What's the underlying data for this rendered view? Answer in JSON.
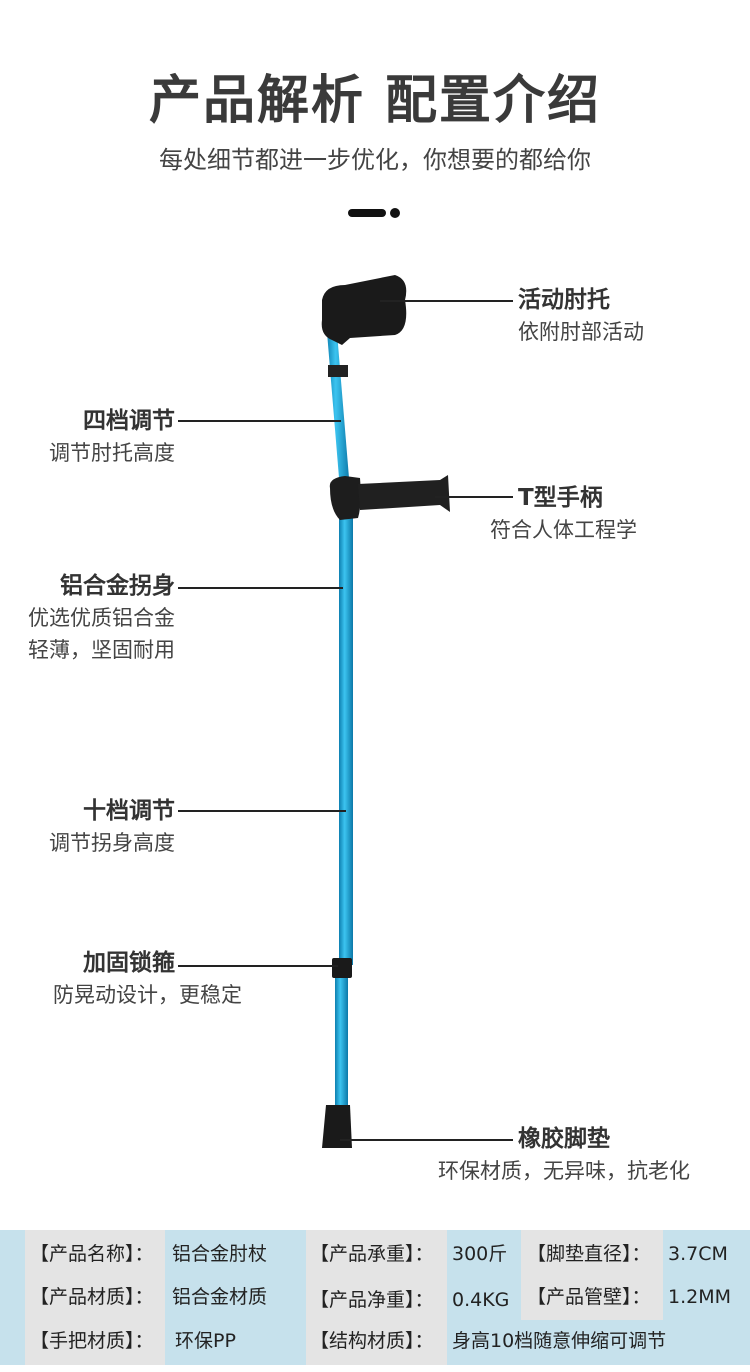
{
  "header": {
    "title": "产品解析 配置介绍",
    "subtitle": "每处细节都进一步优化，你想要的都给你"
  },
  "annotations": {
    "elbow": {
      "title": "活动肘托",
      "desc": "依附肘部活动"
    },
    "four": {
      "title": "四档调节",
      "desc": "调节肘托高度"
    },
    "handle": {
      "title": "T型手柄",
      "desc": "符合人体工程学"
    },
    "body": {
      "title": "铝合金拐身",
      "desc1": "优选优质铝合金",
      "desc2": "轻薄，坚固耐用"
    },
    "ten": {
      "title": "十档调节",
      "desc": "调节拐身高度"
    },
    "lock": {
      "title": "加固锁箍",
      "desc": "防晃动设计，更稳定"
    },
    "foot": {
      "title": "橡胶脚垫",
      "desc": "环保材质，无异味，抗老化"
    }
  },
  "specs": [
    [
      {
        "label": "【产品名称】：",
        "value": "铝合金肘杖"
      },
      {
        "label": "【产品承重】：",
        "value": "300斤"
      },
      {
        "label": "【脚垫直径】：",
        "value": "3.7CM"
      }
    ],
    [
      {
        "label": "【产品材质】：",
        "value": "铝合金材质"
      },
      {
        "label": "【产品净重】：",
        "value": "0.4KG"
      },
      {
        "label": "【产品管壁】：",
        "value": "1.2MM"
      }
    ],
    [
      {
        "label": "【手把材质】：",
        "value": "环保PP"
      },
      {
        "label": "【结构材质】：",
        "value": "身高10档随意伸缩可调节"
      }
    ]
  ],
  "colors": {
    "shaft": "#1ea6d6",
    "table_bg": "#c6e1ec",
    "cell_gray": "#e4e4e4"
  }
}
